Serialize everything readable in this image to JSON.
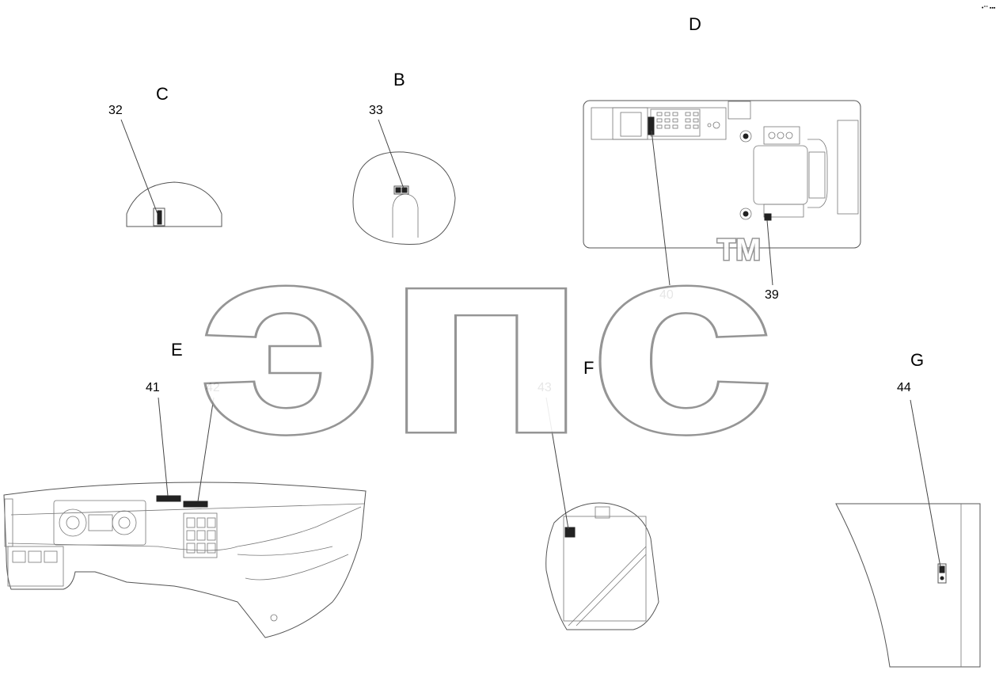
{
  "corner_mark": "•°° ▪▪▪",
  "watermark": {
    "text": "эпс",
    "tm": "TM"
  },
  "views": {
    "B": {
      "label": "B",
      "callouts": [
        "33"
      ]
    },
    "C": {
      "label": "C",
      "callouts": [
        "32"
      ]
    },
    "D": {
      "label": "D",
      "callouts": [
        "40",
        "39"
      ]
    },
    "E": {
      "label": "E",
      "callouts": [
        "41",
        "42"
      ]
    },
    "F": {
      "label": "F",
      "callouts": [
        "43"
      ]
    },
    "G": {
      "label": "G",
      "callouts": [
        "44"
      ]
    }
  }
}
